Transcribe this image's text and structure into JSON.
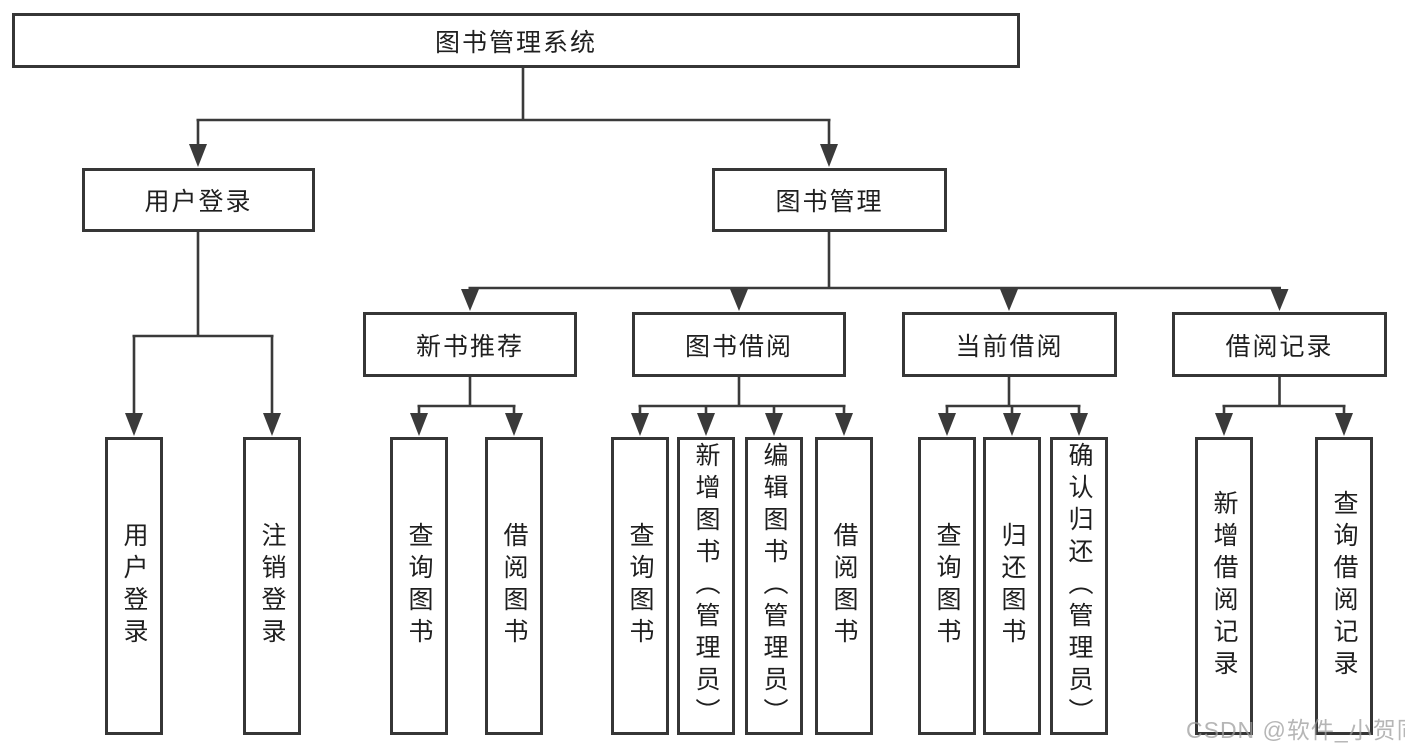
{
  "tree": {
    "label": "图书管理系统",
    "children": [
      {
        "label": "用户登录",
        "children": [
          {
            "label": "用户登录"
          },
          {
            "label": "注销登录"
          }
        ]
      },
      {
        "label": "图书管理",
        "children": [
          {
            "label": "新书推荐",
            "children": [
              {
                "label": "查询图书"
              },
              {
                "label": "借阅图书"
              }
            ]
          },
          {
            "label": "图书借阅",
            "children": [
              {
                "label": "查询图书"
              },
              {
                "label": "新增图书（管理员）"
              },
              {
                "label": "编辑图书（管理员）"
              },
              {
                "label": "借阅图书"
              }
            ]
          },
          {
            "label": "当前借阅",
            "children": [
              {
                "label": "查询图书"
              },
              {
                "label": "归还图书"
              },
              {
                "label": "确认归还（管理员）"
              }
            ]
          },
          {
            "label": "借阅记录",
            "children": [
              {
                "label": "新增借阅记录"
              },
              {
                "label": "查询借阅记录"
              }
            ]
          }
        ]
      }
    ]
  },
  "watermark": {
    "text": "CSDN @软件_小贺同学"
  },
  "colors": {
    "line": "#3a3a3a",
    "box_border": "#363636",
    "text": "#1f1f1f",
    "background": "#ffffff",
    "watermark": "#9e9e9e"
  }
}
